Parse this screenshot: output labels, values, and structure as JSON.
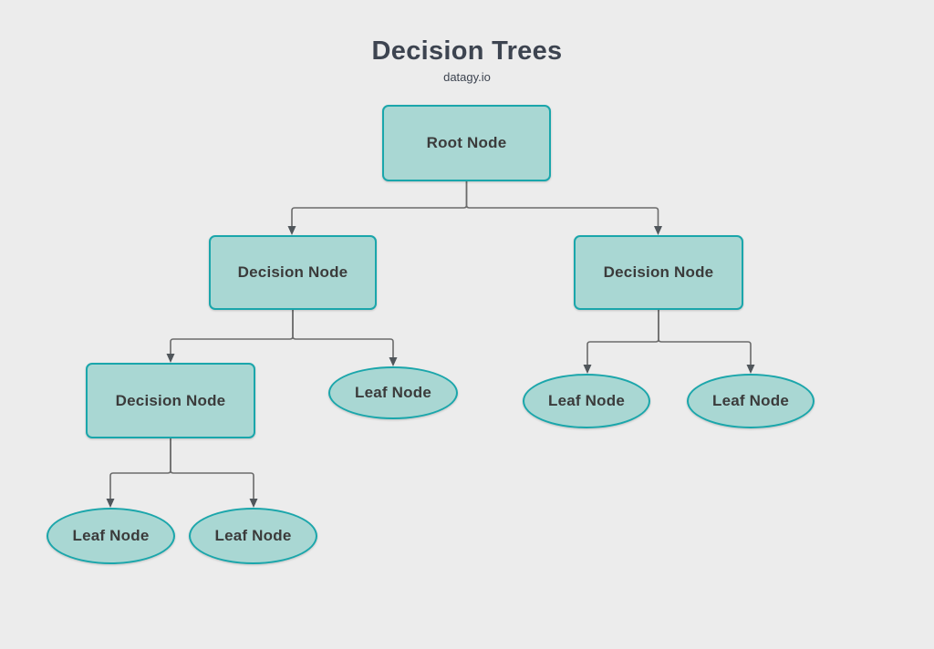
{
  "title": "Decision Trees",
  "subtitle": "datagy.io",
  "colors": {
    "background": "#ececec",
    "node_fill": "#a9d7d3",
    "node_border": "#1aa6ab",
    "connector_line": "#6b6b6b",
    "connector_arrow": "#50565b",
    "title_text": "#3d4450",
    "node_text": "#3b3b3b"
  },
  "nodes": {
    "root": {
      "label": "Root Node",
      "shape": "rectangle",
      "level": 1
    },
    "decision_left": {
      "label": "Decision Node",
      "shape": "rectangle",
      "level": 2
    },
    "decision_right": {
      "label": "Decision Node",
      "shape": "rectangle",
      "level": 2
    },
    "decision_left_child": {
      "label": "Decision Node",
      "shape": "rectangle",
      "level": 3
    },
    "leaf_mid": {
      "label": "Leaf Node",
      "shape": "ellipse",
      "level": 3
    },
    "leaf_right_1": {
      "label": "Leaf Node",
      "shape": "ellipse",
      "level": 3
    },
    "leaf_right_2": {
      "label": "Leaf Node",
      "shape": "ellipse",
      "level": 3
    },
    "leaf_bottom_1": {
      "label": "Leaf Node",
      "shape": "ellipse",
      "level": 4
    },
    "leaf_bottom_2": {
      "label": "Leaf Node",
      "shape": "ellipse",
      "level": 4
    }
  },
  "edges": [
    {
      "from": "root",
      "to": "decision_left"
    },
    {
      "from": "root",
      "to": "decision_right"
    },
    {
      "from": "decision_left",
      "to": "decision_left_child"
    },
    {
      "from": "decision_left",
      "to": "leaf_mid"
    },
    {
      "from": "decision_right",
      "to": "leaf_right_1"
    },
    {
      "from": "decision_right",
      "to": "leaf_right_2"
    },
    {
      "from": "decision_left_child",
      "to": "leaf_bottom_1"
    },
    {
      "from": "decision_left_child",
      "to": "leaf_bottom_2"
    }
  ]
}
